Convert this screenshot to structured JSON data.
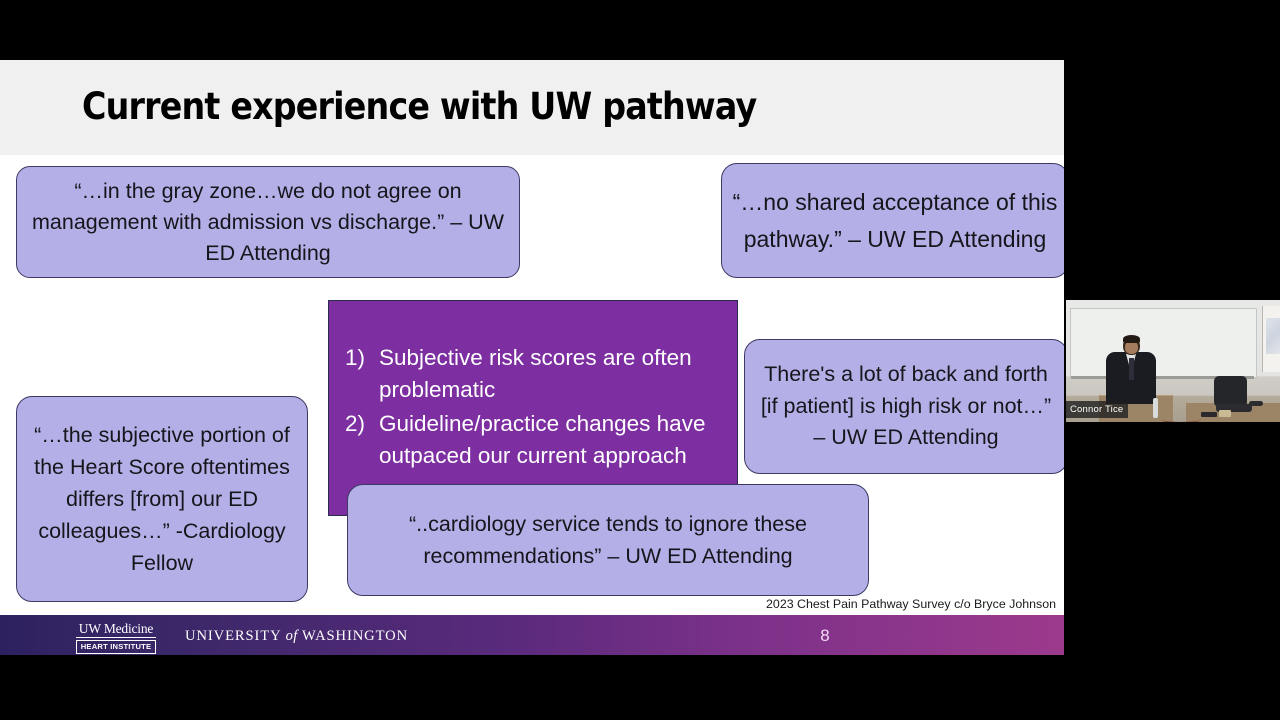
{
  "slide": {
    "title": "Current experience with UW pathway",
    "citation": "2023 Chest Pain Pathway Survey c/o Bryce Johnson",
    "quotes": [
      {
        "id": "gray-zone",
        "text": "“…in the gray zone…we do not agree on management with admission vs discharge.” – UW ED Attending"
      },
      {
        "id": "no-shared",
        "text": "“…no shared acceptance of this pathway.” – UW ED Attending"
      },
      {
        "id": "subjective-heart",
        "text": "“…the subjective portion of the Heart Score oftentimes differs [from] our ED colleagues…” -Cardiology Fellow"
      },
      {
        "id": "back-and-forth",
        "text": "There's a lot of back and forth [if patient] is high risk or not…” – UW ED Attending"
      },
      {
        "id": "cardiology-ignore",
        "text": "“..cardiology service tends to ignore these recommendations” – UW ED Attending"
      }
    ],
    "callout": {
      "items": [
        {
          "num": "1)",
          "text": "Subjective risk scores are often problematic"
        },
        {
          "num": "2)",
          "text": "Guideline/practice changes have outpaced our current approach"
        }
      ]
    },
    "footer": {
      "logo_line1": "UW Medicine",
      "logo_line2": "HEART INSTITUTE",
      "wordmark_pre": "UNIVERSITY",
      "wordmark_of": "of",
      "wordmark_post": "WASHINGTON",
      "page_number": "8"
    },
    "colors": {
      "quote_fill": "#b4afe6",
      "quote_border": "#3c3a63",
      "callout_fill": "#7d2ea0",
      "title_band": "#f0f0f0",
      "footer_start": "#2e2160",
      "footer_end": "#9c3a8d"
    }
  },
  "webcam": {
    "nameplate": "Connor Tice"
  }
}
